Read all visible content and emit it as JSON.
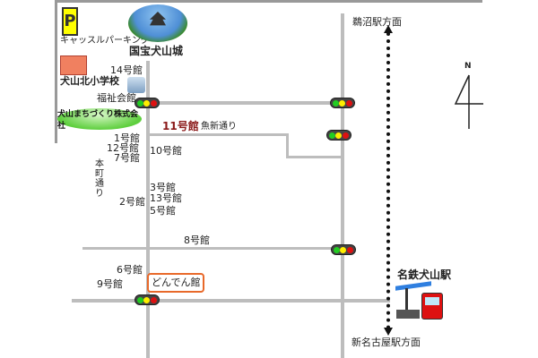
{
  "landmarks": {
    "parking": "キャッスルパーキング",
    "parking_icon_letter": "P",
    "castle": "国宝犬山城",
    "school": "犬山北小学校",
    "welfare_hall": "福祉会館",
    "company_bubble": "犬山まちづくり株式会社",
    "donden": "どんでん館",
    "station": "名鉄犬山駅"
  },
  "buildings": {
    "b14": "14号館",
    "b11": "11号館",
    "b1": "1号館",
    "b12": "12号館",
    "b7": "7号館",
    "b10": "10号館",
    "b3": "3号館",
    "b13": "13号館",
    "b5": "5号館",
    "b2": "2号館",
    "b8": "8号館",
    "b6": "6号館",
    "b9": "9号館"
  },
  "streets": {
    "uoshin": "魚新通り",
    "honmachi": "本町通り"
  },
  "directions": {
    "north_station": "鵜沼駅方面",
    "south_station": "新名古屋駅方面",
    "north_mark": "N"
  },
  "colors": {
    "road": "#bdbdbd",
    "donden_border": "#e8692a",
    "red_label": "#8b1a1a",
    "bubble": "#5fcf3f"
  }
}
